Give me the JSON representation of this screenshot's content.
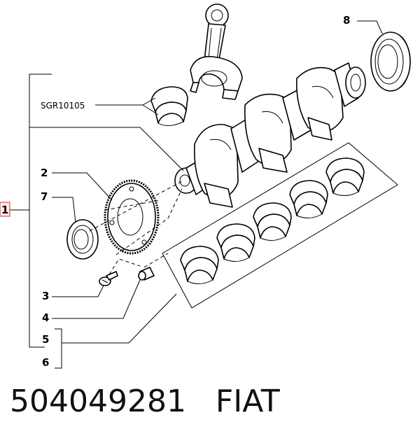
{
  "callouts": {
    "c1": "1",
    "c2": "2",
    "c3": "3",
    "c4": "4",
    "c5": "5",
    "c6": "6",
    "c7": "7",
    "c8": "8"
  },
  "reference": "SGR10105",
  "part_number": "504049281",
  "brand": "FIAT",
  "colors": {
    "line": "#000000",
    "callout_box": "#e03030",
    "background": "#ffffff"
  }
}
